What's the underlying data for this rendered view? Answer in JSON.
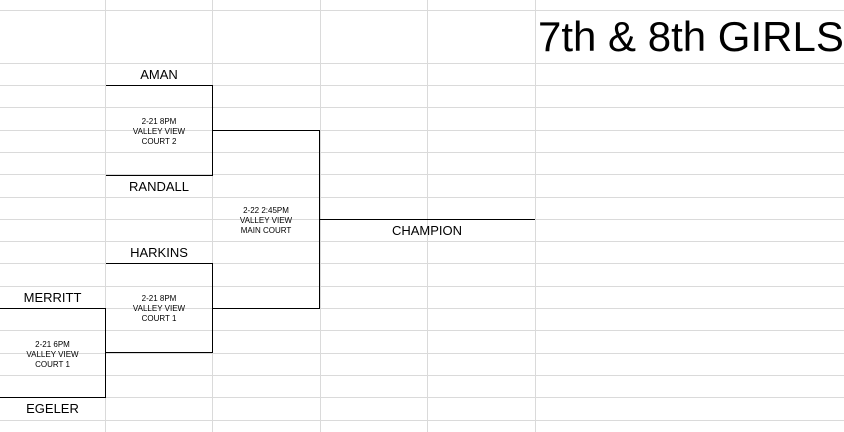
{
  "title": "7th & 8th GIRLS",
  "round1": {
    "team_top": "MERRITT",
    "team_bottom": "EGELER",
    "game": {
      "date_time": "2-21 6PM",
      "venue": "VALLEY VIEW",
      "court": "COURT 1"
    }
  },
  "round2_top": {
    "team_top": "AMAN",
    "team_bottom": "RANDALL",
    "game": {
      "date_time": "2-21 8PM",
      "venue": "VALLEY VIEW",
      "court": "COURT 2"
    }
  },
  "round2_bottom": {
    "team_top": "HARKINS",
    "game": {
      "date_time": "2-21 8PM",
      "venue": "VALLEY VIEW",
      "court": "COURT 1"
    }
  },
  "final": {
    "game": {
      "date_time": "2-22 2:45PM",
      "venue": "VALLEY VIEW",
      "court": "MAIN COURT"
    },
    "champion_label": "CHAMPION"
  },
  "colors": {
    "grid": "#dadada",
    "line": "#000000",
    "background": "#ffffff"
  }
}
